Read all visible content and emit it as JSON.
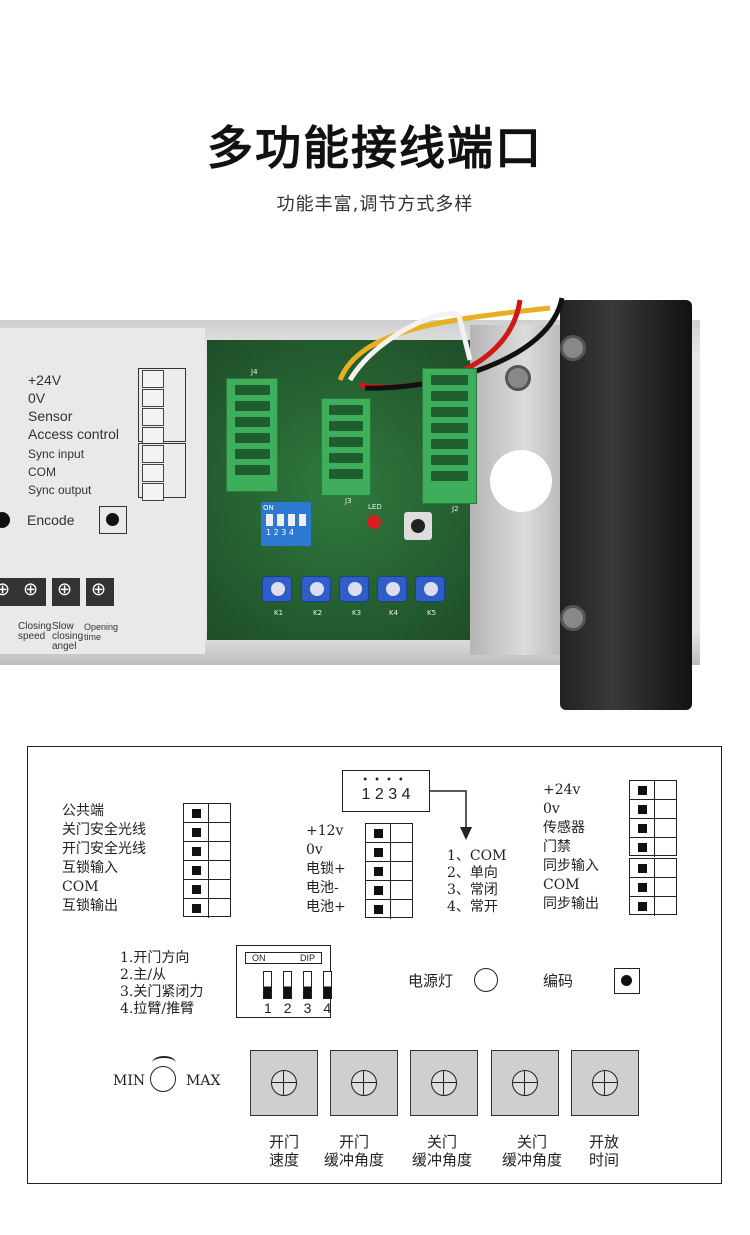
{
  "header": {
    "title": "多功能接线端口",
    "subtitle": "功能丰富,调节方式多样"
  },
  "photo": {
    "panel_labels": [
      "+24V",
      "0V",
      "Sensor",
      "Access control",
      "Sync input",
      "COM",
      "Sync output"
    ],
    "encode_label": "Encode",
    "knob_labels": [
      "Closing speed",
      "Slow closing angel",
      "Opening time"
    ],
    "pcb": {
      "connectors": [
        "J4",
        "J3",
        "J2"
      ],
      "led": "LED",
      "dip_on": "ON",
      "dip_numbers": "1 2 3 4",
      "pots": [
        "K1",
        "K2",
        "K3",
        "K4",
        "K5"
      ]
    }
  },
  "diagram": {
    "left_block_labels": [
      "公共端",
      "关门安全光线",
      "开门安全光线",
      "互锁输入",
      "COM",
      "互锁输出"
    ],
    "mid_block_labels": [
      "+12v",
      "0v",
      "电锁+",
      "电池-",
      "电池+"
    ],
    "jumper_numbers": "1 2 3 4",
    "jumper_options": [
      "1、COM",
      "2、单向",
      "3、常闭",
      "4、常开"
    ],
    "right_block_labels": [
      "+24v",
      "0v",
      "传感器",
      "门禁",
      "同步输入",
      "COM",
      "同步输出"
    ],
    "dip_functions": [
      "1.开门方向",
      "2.主/从",
      "3.关门紧闭力",
      "4.拉臂/推臂"
    ],
    "dip_header_on": "ON",
    "dip_header_dip": "DIP",
    "dip_numbers": [
      "1",
      "2",
      "3",
      "4"
    ],
    "power_light": "电源灯",
    "encode": "编码",
    "min": "MIN",
    "max": "MAX",
    "knobs": [
      "开门\n速度",
      "开门\n缓冲角度",
      "关门\n缓冲角度",
      "关门\n缓冲角度",
      "开放\n时间"
    ]
  }
}
